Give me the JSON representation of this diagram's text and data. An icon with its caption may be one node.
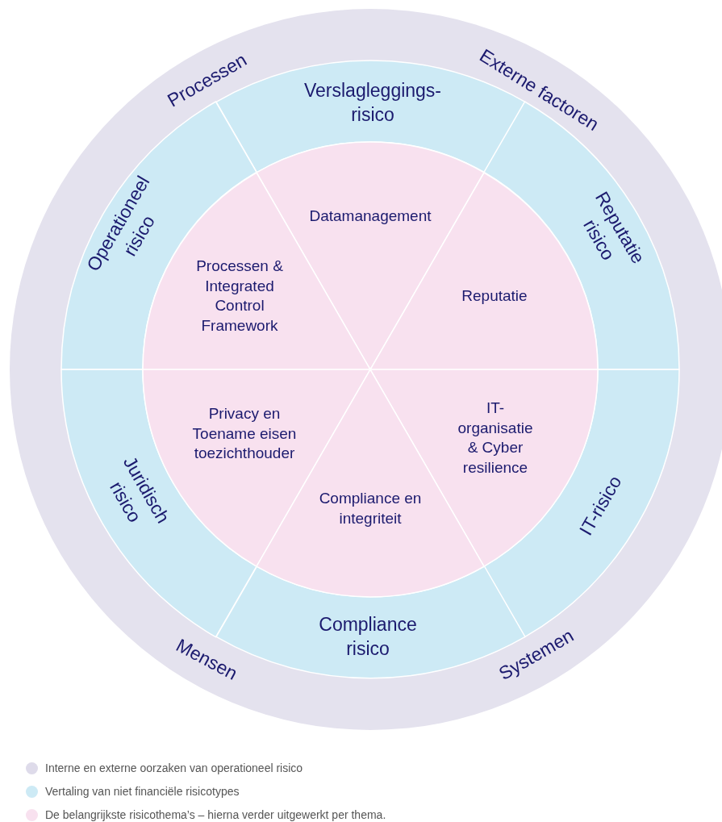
{
  "diagram": {
    "nodes": [
      {
        "text": [
          "Processen",
          "Externe factoren",
          "Mensen",
          "Systemen"
        ]
      },
      {
        "text": [
          "Verslagleggings- risico"
        ],
        "in": 0
      },
      {
        "text": [
          "Operationeel risico"
        ],
        "in": 0
      },
      {
        "text": [
          "Reputatie risico"
        ],
        "in": 0
      },
      {
        "text": [
          "Juridisch risico"
        ],
        "in": 0
      },
      {
        "text": [
          "IT-risico"
        ],
        "in": 0
      },
      {
        "text": [
          "Compliance risico"
        ],
        "in": 0
      },
      {
        "text": [
          "Datamanagement"
        ],
        "in": 0
      },
      {
        "text": [
          "Processen & Integrated Control Framework"
        ],
        "in": 0
      },
      {
        "text": [
          "Reputatie"
        ],
        "in": 0
      },
      {
        "text": [
          "Privacy en Toename eisen toezichthouder"
        ],
        "in": 0
      },
      {
        "text": [
          "IT- organisatie & Cyber resilience"
        ],
        "in": 0
      },
      {
        "text": [
          "Compliance en integriteit"
        ],
        "in": 0
      }
    ],
    "legend": [
      {
        "text": "Interne en externe oorzaken van operationeel risico",
        "color": "#dedbea"
      },
      {
        "text": "Vertaling van niet financiële risicotypes",
        "color": "#cdeaf5"
      },
      {
        "text": "De belangrijkste risicothema’s – hierna verder uitgewerkt per thema.",
        "color": "#f8e1ef"
      }
    ]
  }
}
